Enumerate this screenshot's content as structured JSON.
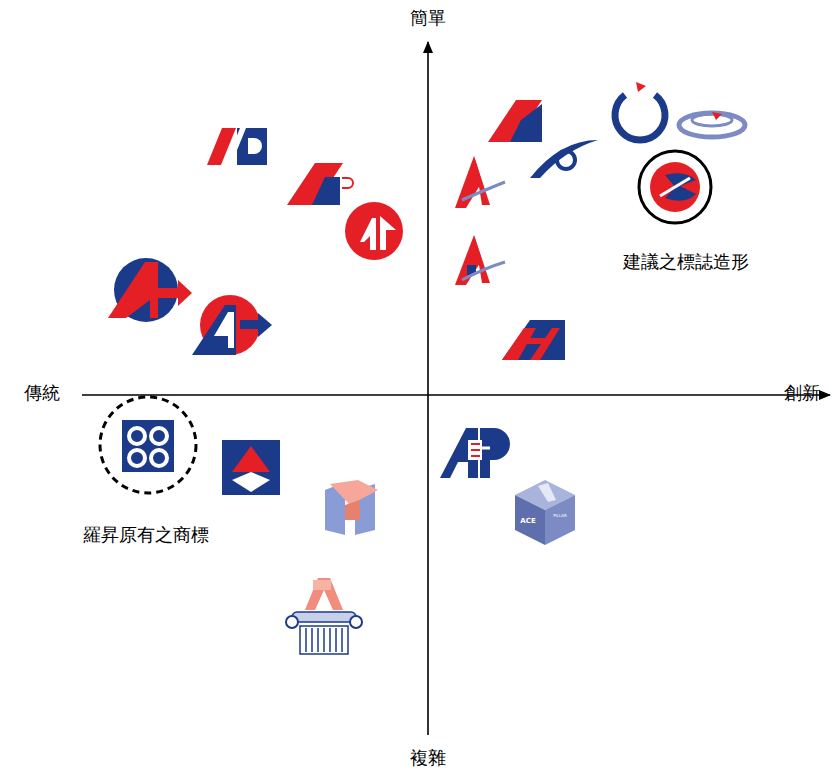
{
  "diagram": {
    "labels": [
      "簡單",
      "複雜",
      "傳統",
      "創新",
      "建議之標誌造形",
      "羅昇原有之商標",
      "ACE",
      "PILLAR"
    ]
  }
}
